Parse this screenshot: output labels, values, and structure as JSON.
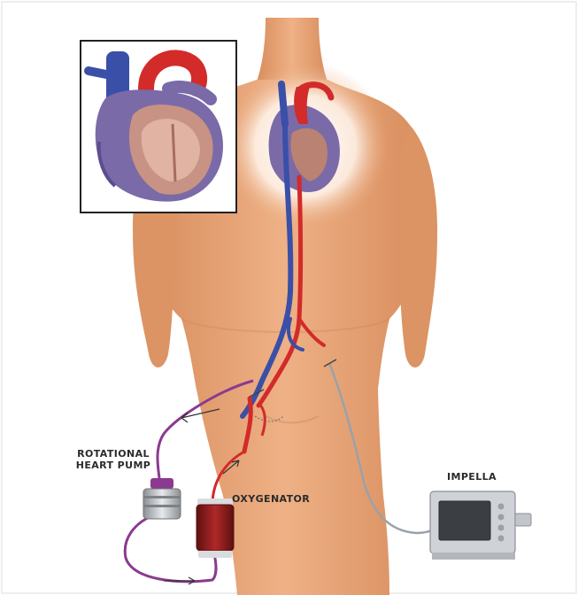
{
  "labels": {
    "rotational_heart_pump_line1": "ROTATIONAL",
    "rotational_heart_pump_line2": "HEART PUMP",
    "oxygenator": "OXYGENATOR",
    "impella": "IMPELLA"
  },
  "colors": {
    "skin": "#e9a576",
    "skin_shadow": "#c98358",
    "venous_blue": "#3a4fa8",
    "arterial_red": "#d32a2a",
    "heart_purple": "#7a6aa8",
    "tubing_purple": "#8b3a8f",
    "oxygenator_blood": "#8e1b1b",
    "console_grey": "#cfd2d6"
  },
  "icons": {
    "heart_inset": "heart-cross-section-icon",
    "pump": "rotational-pump-icon",
    "oxygenator": "oxygenator-icon",
    "console": "impella-console-icon"
  }
}
